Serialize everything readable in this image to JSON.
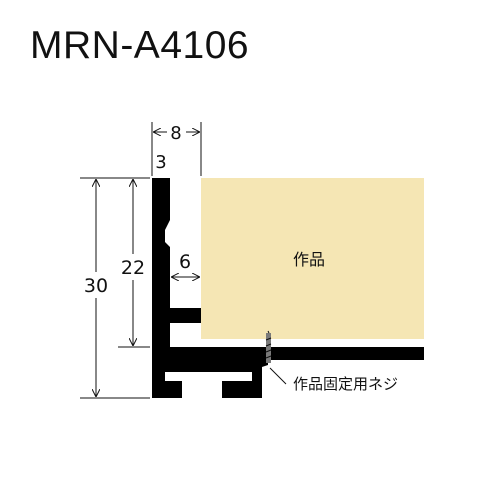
{
  "title": "MRN-A4106",
  "dimensions": {
    "total_height": "30",
    "inner_height": "22",
    "top_width": "8",
    "lip_width": "3",
    "rabbet_depth": "6"
  },
  "labels": {
    "artwork": "作品",
    "screw": "作品固定用ネジ"
  },
  "colors": {
    "profile": "#000000",
    "artwork": "#f5e6b4",
    "screw": "#7a7a7a"
  }
}
